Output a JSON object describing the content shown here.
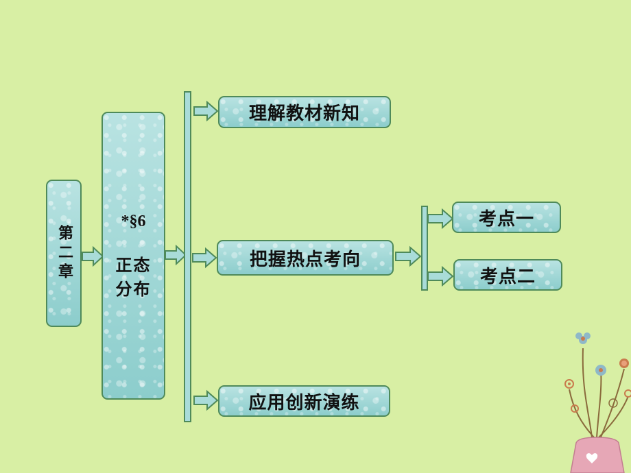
{
  "chapter": {
    "label": "第二章"
  },
  "section": {
    "number": "*§6",
    "title_line1": "正态",
    "title_line2": "分布"
  },
  "branches": [
    {
      "label": "理解教材新知"
    },
    {
      "label": "把握热点考向"
    },
    {
      "label": "应用创新演练"
    }
  ],
  "subbranches": [
    {
      "label": "考点一"
    },
    {
      "label": "考点二"
    }
  ],
  "colors": {
    "background": "#d8efa4",
    "box_fill": "#a9dcd9",
    "border": "#4f8a5a"
  }
}
